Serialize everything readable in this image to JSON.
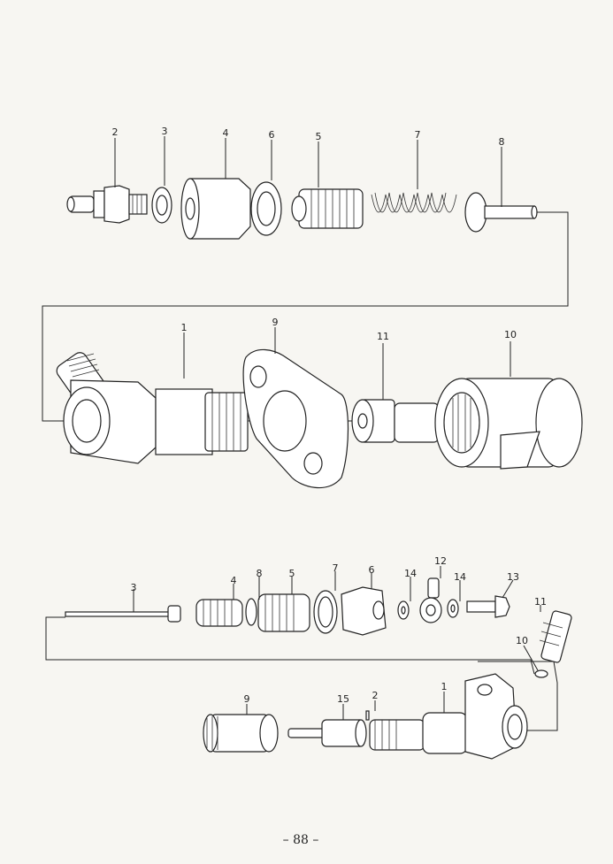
{
  "top_assembly": {
    "labels": [
      "2",
      "3",
      "4",
      "6",
      "5",
      "7",
      "8",
      "1",
      "9",
      "11",
      "10"
    ]
  },
  "bottom_assembly": {
    "labels": [
      "3",
      "4",
      "8",
      "5",
      "7",
      "6",
      "14",
      "12",
      "14",
      "13",
      "11",
      "10",
      "9",
      "15",
      "2",
      "1"
    ]
  },
  "page_number": "– 88 –"
}
